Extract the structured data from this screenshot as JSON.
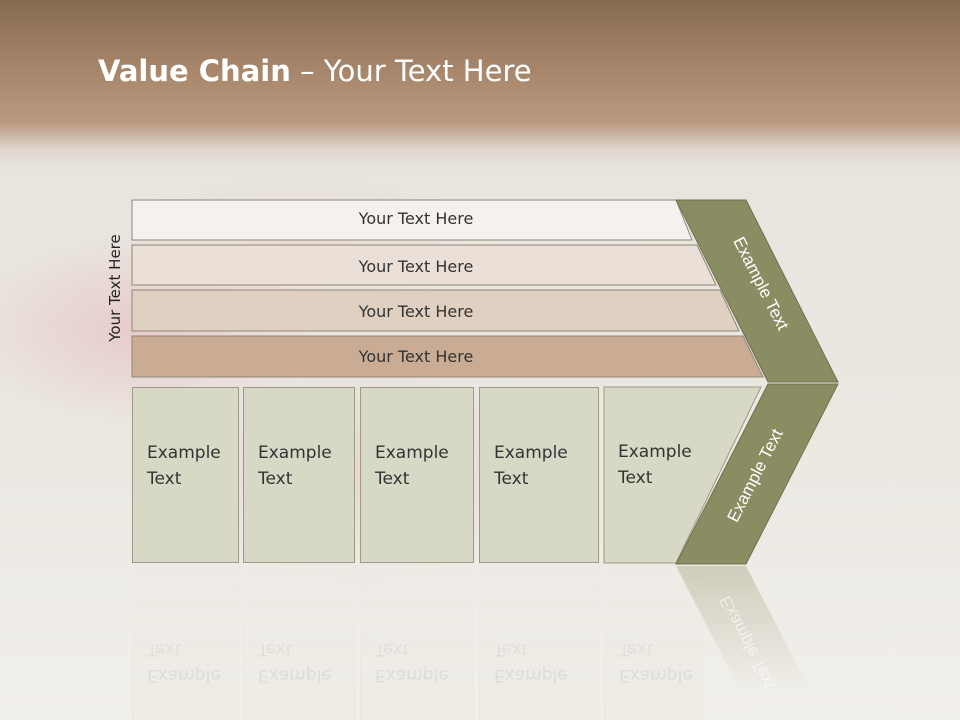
{
  "title": {
    "bold": "Value Chain",
    "rest": " – Your Text Here"
  },
  "side_label": "Your Text Here",
  "bars": [
    {
      "label": "Your Text Here",
      "color": "#f4f1ee"
    },
    {
      "label": "Your Text Here",
      "color": "#ebe0d7"
    },
    {
      "label": "Your Text Here",
      "color": "#e0d0c1"
    },
    {
      "label": "Your Text Here",
      "color": "#c9ac93"
    }
  ],
  "columns": [
    {
      "line1": "Example",
      "line2": "Text"
    },
    {
      "line1": "Example",
      "line2": "Text"
    },
    {
      "line1": "Example",
      "line2": "Text"
    },
    {
      "line1": "Example",
      "line2": "Text"
    },
    {
      "line1": "Example",
      "line2": "Text"
    }
  ],
  "chevron": {
    "upper": "Example Text",
    "lower": "Example Text",
    "color": "#8a8c61"
  },
  "colors": {
    "column_fill": "#d8d8c6",
    "header": "#a6856a"
  }
}
